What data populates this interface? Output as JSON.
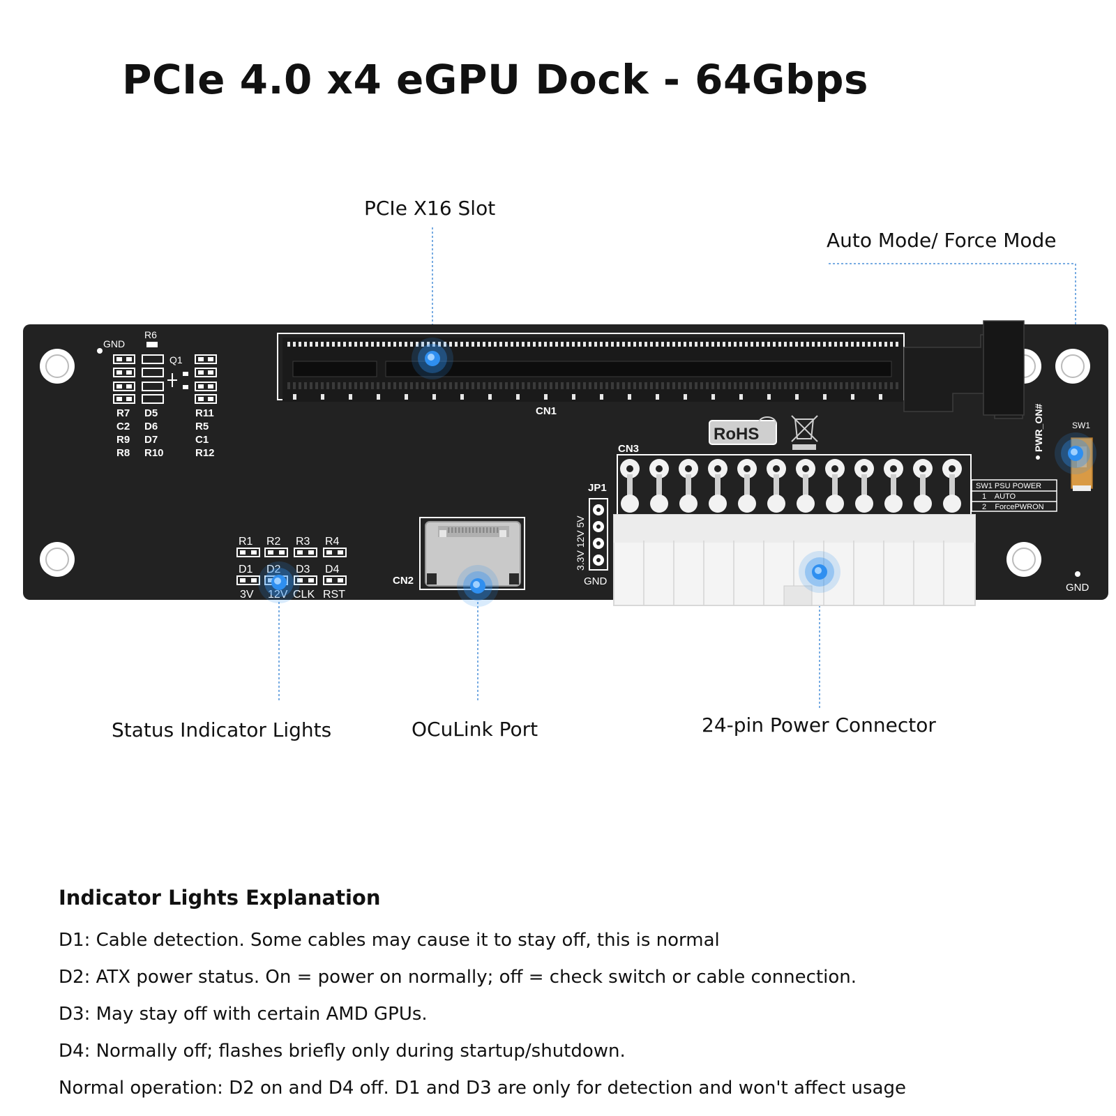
{
  "title": "PCIe 4.0 x4 eGPU Dock - 64Gbps",
  "callouts": {
    "pcie_slot": "PCIe X16 Slot",
    "mode_switch": "Auto Mode/ Force Mode",
    "status_lights": "Status Indicator Lights",
    "oculink": "OCuLink Port",
    "power_connector": "24-pin Power Connector"
  },
  "board": {
    "gnd_top": "GND",
    "r6": "R6",
    "q1": "Q1",
    "col1": [
      "R7",
      "C2",
      "R9",
      "R8"
    ],
    "col2": [
      "D5",
      "D6",
      "D7",
      "R10"
    ],
    "col3": [
      "R11",
      "R5",
      "C1",
      "R12"
    ],
    "cn1": "CN1",
    "rohs": "RoHS",
    "cn3": "CN3",
    "jp1": "JP1",
    "jp1_pins": "3.3V 12V 5V",
    "jp1_gnd": "GND",
    "cn2": "CN2",
    "resistors": [
      "R1",
      "R2",
      "R3",
      "R4"
    ],
    "leds": [
      "D1",
      "D2",
      "D3",
      "D4"
    ],
    "led_labels": [
      "3V",
      "12V",
      "CLK",
      "RST"
    ],
    "pwr_on": "PWR_ON#",
    "sw1": "SW1",
    "sw1_table": [
      "SW1 PSU POWER",
      "1    AUTO",
      "2    ForcePWRON"
    ],
    "gnd_bottom": "GND"
  },
  "explanation": {
    "heading": "Indicator Lights Explanation",
    "lines": [
      {
        "key": "D1:",
        "text": " Cable detection. Some cables may cause it to stay off, this is normal"
      },
      {
        "key": "D2:",
        "text": " ATX power status. On = power on normally; off = check switch or cable connection."
      },
      {
        "key": "D3:",
        "text": " May stay off with certain AMD GPUs."
      },
      {
        "key": "D4:",
        "text": " Normally off; flashes briefly only during startup/shutdown."
      },
      {
        "key": "Normal operation:",
        "text": " D2 on and D4 off. D1 and D3 are only for detection and won't affect usage"
      }
    ]
  },
  "colors": {
    "pcb": "#222222",
    "accent": "#2f8ff0",
    "connector": "#f4f4f4"
  }
}
